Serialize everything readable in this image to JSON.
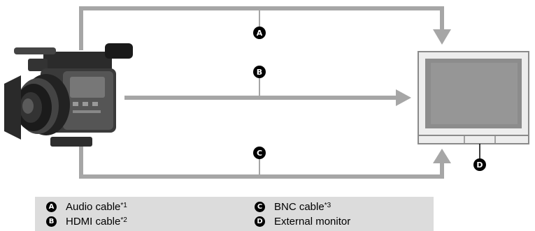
{
  "markers": {
    "a": "A",
    "b": "B",
    "c": "C",
    "d": "D"
  },
  "legend": [
    {
      "marker": "A",
      "label": "Audio cable",
      "note": "*1"
    },
    {
      "marker": "B",
      "label": "HDMI cable",
      "note": "*2"
    },
    {
      "marker": "C",
      "label": "BNC cable",
      "note": "*3"
    },
    {
      "marker": "D",
      "label": "External monitor",
      "note": ""
    }
  ],
  "colors": {
    "cable": "#a6a6a6",
    "legend_background": "#dcdcdc",
    "marker": "#000000",
    "monitor_screen": "#8c8c8c"
  }
}
